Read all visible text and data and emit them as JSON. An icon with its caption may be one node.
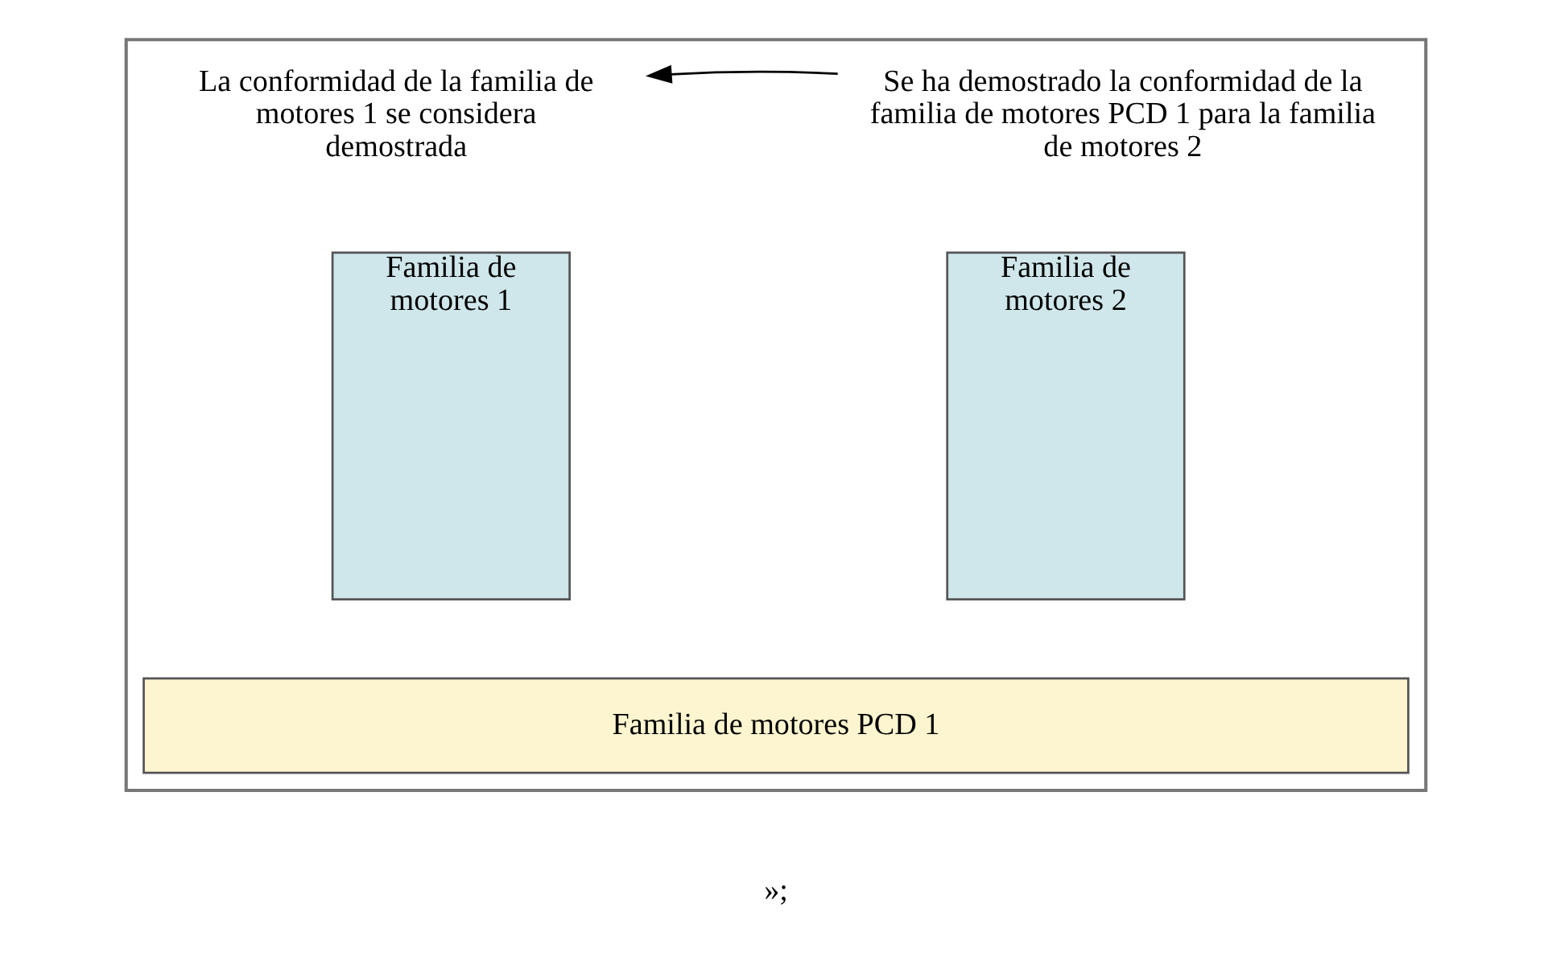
{
  "diagram": {
    "nodes": [
      {
        "text": [],
        "shape": "box"
      },
      {
        "text": [
          "La conformidad de la familia de motores 1 se considera demostrada"
        ],
        "in": 0
      },
      {
        "text": [
          "Se ha demostrado la conformidad de la familia de motores PCD 1 para la familia de motores 2"
        ],
        "in": 0
      },
      {
        "text": [
          "Familia de motores 1"
        ],
        "in": 0
      },
      {
        "text": [
          "Familia de motores 2"
        ],
        "in": 0
      },
      {
        "text": [
          "Familia de motores PCD 1"
        ],
        "in": 0
      }
    ],
    "edges": [
      {
        "from": 2,
        "to": 1,
        "arrow": "to"
      }
    ],
    "labels": [
      "»;"
    ]
  }
}
